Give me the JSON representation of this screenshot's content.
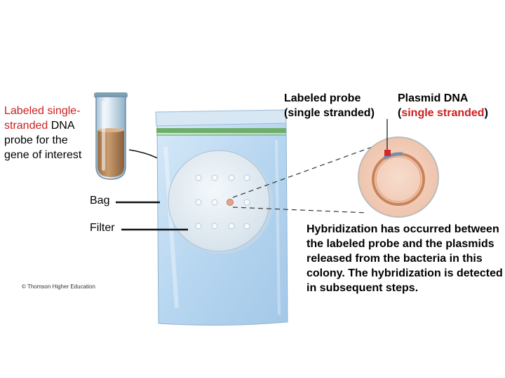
{
  "tube_label": {
    "part1_red": "Labeled single-stranded",
    "part2": " DNA probe for the gene of interest"
  },
  "probe_label": {
    "line1": "Labeled probe",
    "line2": "(single stranded)"
  },
  "plasmid_label": {
    "line1": "Plasmid DNA",
    "line2_open": "(",
    "line2_red": "single stranded",
    "line2_close": ")"
  },
  "bag_label": "Bag",
  "filter_label": "Filter",
  "caption": "Hybridization has occurred between the labeled probe and the plasmids released from the bacteria in this colony. The hybridization is detected in subsequent steps.",
  "credit": "© Thomson Higher Education",
  "colors": {
    "accent_red": "#cc1f1f",
    "probe_liquid": "#b88a5e",
    "bag_blue": "#bcd9f2",
    "bag_seal_green": "#6fae6a",
    "cell_fill": "#f3d2c0",
    "plasmid_ring": "#c9835a"
  }
}
